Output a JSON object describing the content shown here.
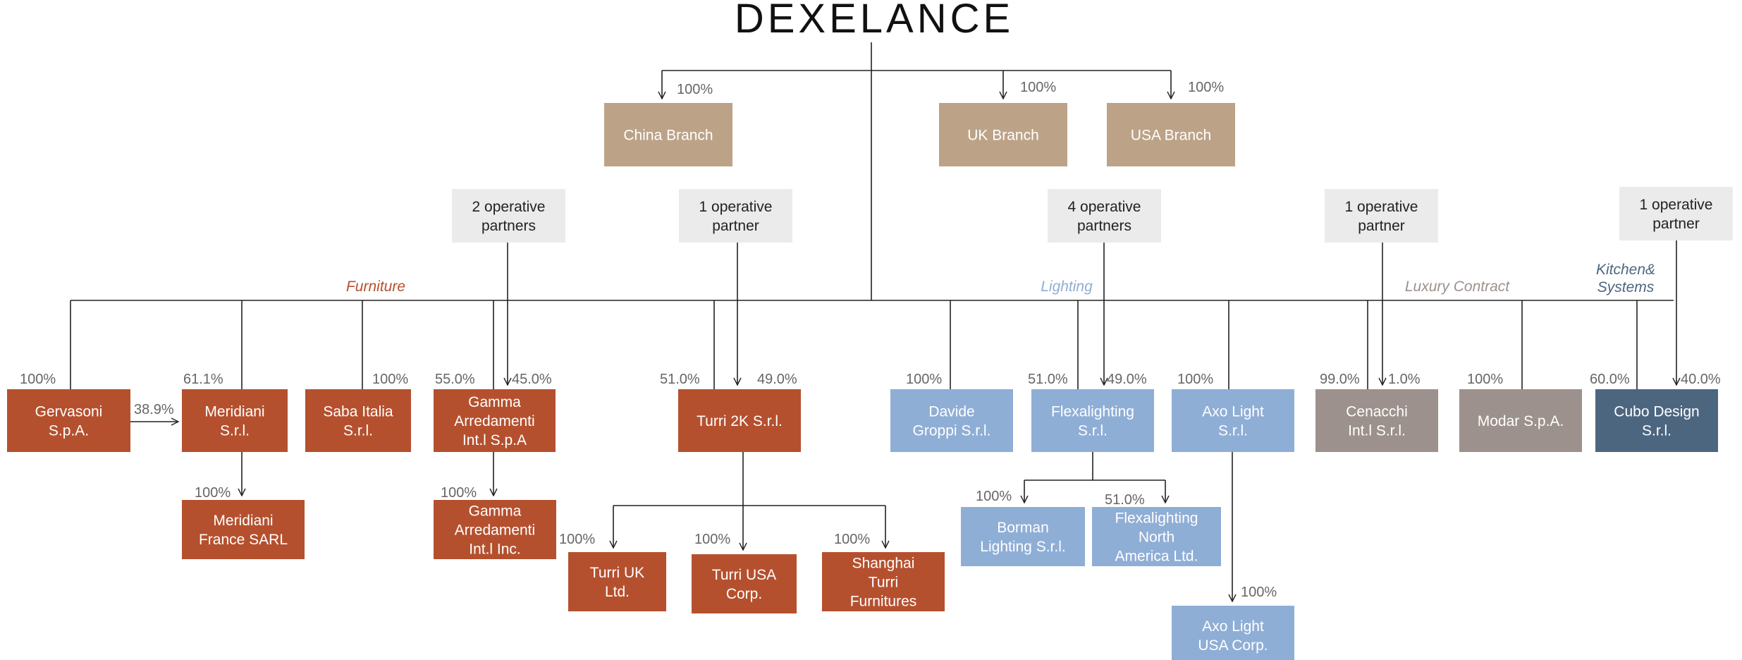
{
  "logo": {
    "text": "DEXELANCE"
  },
  "colors": {
    "furniture": "#B5502E",
    "lighting": "#8FAED6",
    "luxury": "#9C918C",
    "kitchen": "#4D6680",
    "branch": "#BCA387",
    "partner": "#EBEBEB",
    "line": "#222222",
    "pct": "#666666",
    "furniture_label": "#B5502E",
    "lighting_label": "#8FAED6",
    "luxury_label": "#9C918C",
    "kitchen_label": "#4D6680"
  },
  "divisions": {
    "furniture": "Furniture",
    "lighting": "Lighting",
    "luxury": "Luxury Contract",
    "kitchen_line1": "Kitchen&",
    "kitchen_line2": "Systems"
  },
  "branches": [
    {
      "id": "china",
      "label": "China Branch",
      "pct": "100%"
    },
    {
      "id": "uk",
      "label": "UK Branch",
      "pct": "100%"
    },
    {
      "id": "usa",
      "label": "USA Branch",
      "pct": "100%"
    }
  ],
  "partners": [
    {
      "id": "p-gamma",
      "lines": [
        "2 operative",
        "partners"
      ]
    },
    {
      "id": "p-turri",
      "lines": [
        "1  operative",
        "partner"
      ]
    },
    {
      "id": "p-flexa",
      "lines": [
        "4 operative",
        "partners"
      ]
    },
    {
      "id": "p-cenacchi",
      "lines": [
        "1 operative",
        "partner"
      ]
    },
    {
      "id": "p-cubo",
      "lines": [
        "1 operative",
        "partner"
      ]
    }
  ],
  "companies": [
    {
      "id": "gervasoni",
      "lines": [
        "Gervasoni",
        "S.p.A."
      ],
      "type": "furniture"
    },
    {
      "id": "meridiani",
      "lines": [
        "Meridiani",
        "S.r.l."
      ],
      "type": "furniture"
    },
    {
      "id": "saba",
      "lines": [
        "Saba Italia",
        "S.r.l."
      ],
      "type": "furniture"
    },
    {
      "id": "gamma",
      "lines": [
        "Gamma",
        "Arredamenti",
        "Int.l  S.p.A"
      ],
      "type": "furniture"
    },
    {
      "id": "turri2k",
      "lines": [
        "Turri 2K S.r.l."
      ],
      "type": "furniture"
    },
    {
      "id": "davide",
      "lines": [
        "Davide",
        "Groppi S.r.l."
      ],
      "type": "lighting"
    },
    {
      "id": "flexa",
      "lines": [
        "Flexalighting",
        "S.r.l."
      ],
      "type": "lighting"
    },
    {
      "id": "axo",
      "lines": [
        "Axo Light",
        "S.r.l."
      ],
      "type": "lighting"
    },
    {
      "id": "cenacchi",
      "lines": [
        "Cenacchi",
        "Int.l S.r.l."
      ],
      "type": "luxury"
    },
    {
      "id": "modar",
      "lines": [
        "Modar S.p.A."
      ],
      "type": "luxury"
    },
    {
      "id": "cubo",
      "lines": [
        "Cubo Design",
        "S.r.l."
      ],
      "type": "kitchen"
    },
    {
      "id": "meridiani-fr",
      "lines": [
        "Meridiani",
        "France SARL"
      ],
      "type": "furniture"
    },
    {
      "id": "gamma-inc",
      "lines": [
        "Gamma",
        "Arredamenti",
        "Int.l Inc."
      ],
      "type": "furniture"
    },
    {
      "id": "turri-uk",
      "lines": [
        "Turri UK",
        "Ltd."
      ],
      "type": "furniture"
    },
    {
      "id": "turri-usa",
      "lines": [
        "Turri USA",
        "Corp."
      ],
      "type": "furniture"
    },
    {
      "id": "shanghai",
      "lines": [
        "Shanghai",
        "Turri",
        "Furnitures"
      ],
      "type": "furniture"
    },
    {
      "id": "borman",
      "lines": [
        "Borman",
        "Lighting S.r.l."
      ],
      "type": "lighting"
    },
    {
      "id": "flexa-na",
      "lines": [
        "Flexalighting",
        "North",
        "America Ltd."
      ],
      "type": "lighting"
    },
    {
      "id": "axo-usa",
      "lines": [
        "Axo Light",
        "USA Corp."
      ],
      "type": "lighting"
    }
  ],
  "percentages": {
    "gervasoni": "100%",
    "meridiani": "61.1%",
    "gervasoni_to_meridiani": "38.9%",
    "saba": "100%",
    "gamma_group": "55.0%",
    "gamma_partner": "45.0%",
    "turri_group": "51.0%",
    "turri_partner": "49.0%",
    "davide": "100%",
    "flexa_group": "51.0%",
    "flexa_partner": "49.0%",
    "axo": "100%",
    "cenacchi_group": "99.0%",
    "cenacchi_partner": "1.0%",
    "modar": "100%",
    "cubo_group": "60.0%",
    "cubo_partner": "40.0%",
    "meridiani_fr": "100%",
    "gamma_inc": "100%",
    "turri_uk": "100%",
    "turri_usa": "100%",
    "shanghai": "100%",
    "borman": "100%",
    "flexa_na": "51.0%",
    "axo_usa": "100%"
  }
}
